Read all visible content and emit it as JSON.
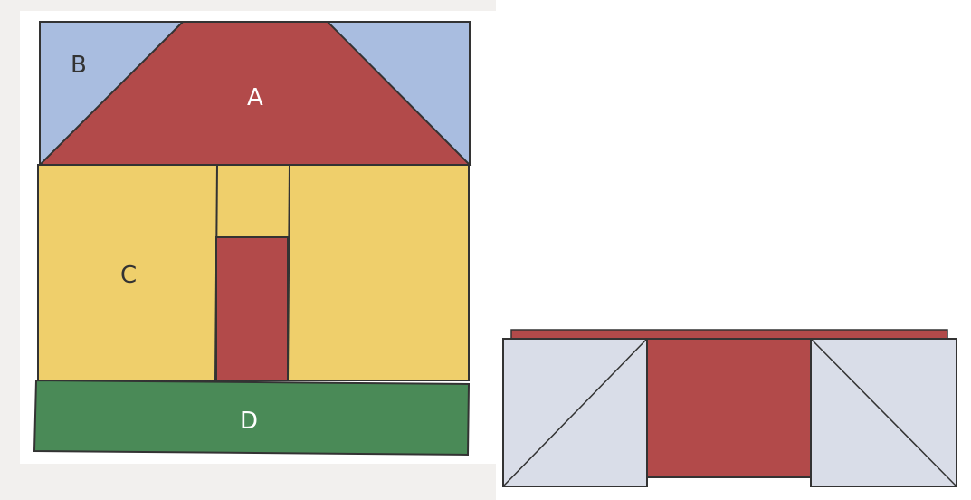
{
  "colors": {
    "background": "#f2f0ee",
    "panel_background": "#ffffff",
    "red": "#b24a4a",
    "blue": "#a9bde0",
    "yellow": "#efcf6b",
    "green": "#4a8a57",
    "light_gray": "#d9dde8",
    "outline": "#333333",
    "text_dark": "#333333",
    "text_light": "#ffffff"
  },
  "labels": {
    "a": "A",
    "b": "B",
    "c": "C",
    "d": "D"
  }
}
